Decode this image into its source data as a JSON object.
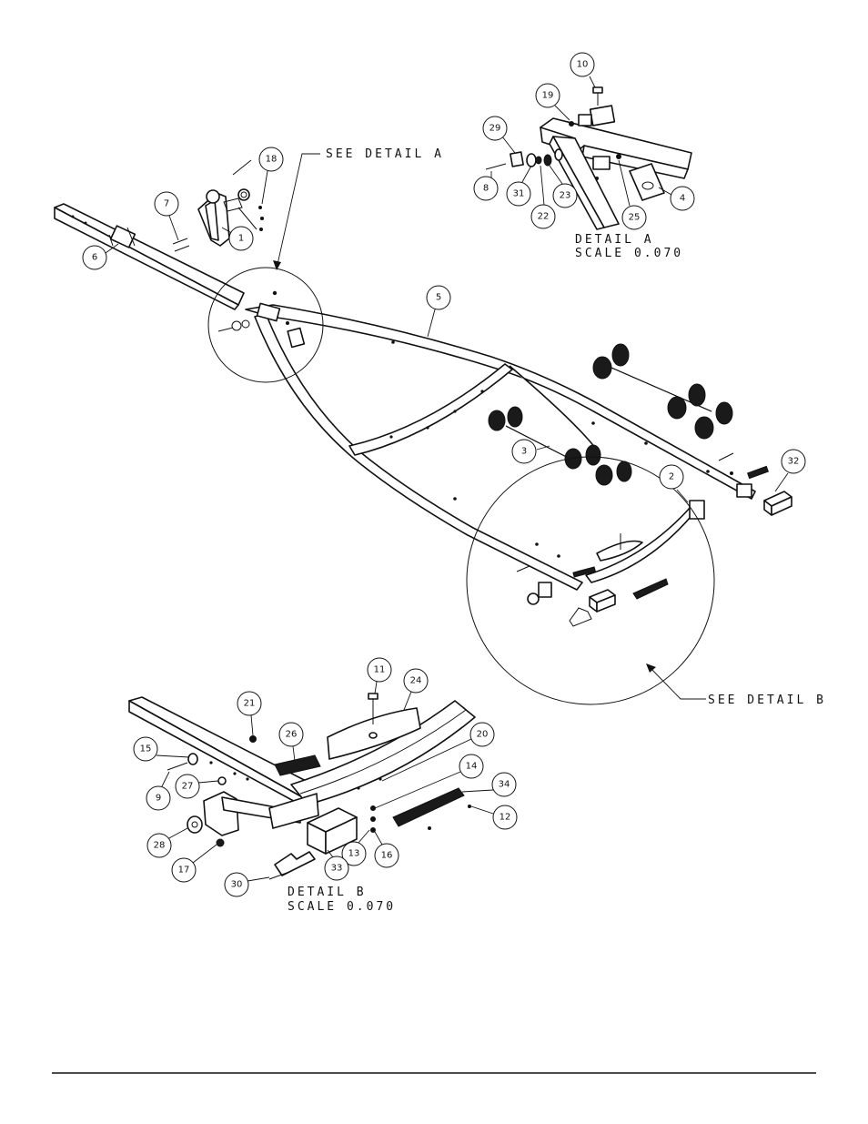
{
  "title": "",
  "labels": {
    "see_detail_a": "SEE DETAIL A",
    "see_detail_b": "SEE DETAIL B",
    "detail_a_title": "DETAIL A",
    "detail_a_scale": "SCALE 0.070",
    "detail_b_title": "DETAIL B",
    "detail_b_scale": "SCALE 0.070"
  },
  "callouts": {
    "main": [
      "1",
      "2",
      "3",
      "5",
      "6",
      "7",
      "18",
      "32"
    ],
    "detail_a": [
      "4",
      "8",
      "10",
      "19",
      "22",
      "23",
      "25",
      "29",
      "31"
    ],
    "detail_b": [
      "9",
      "11",
      "12",
      "13",
      "14",
      "15",
      "16",
      "17",
      "20",
      "21",
      "24",
      "26",
      "27",
      "28",
      "30",
      "33",
      "34"
    ]
  }
}
